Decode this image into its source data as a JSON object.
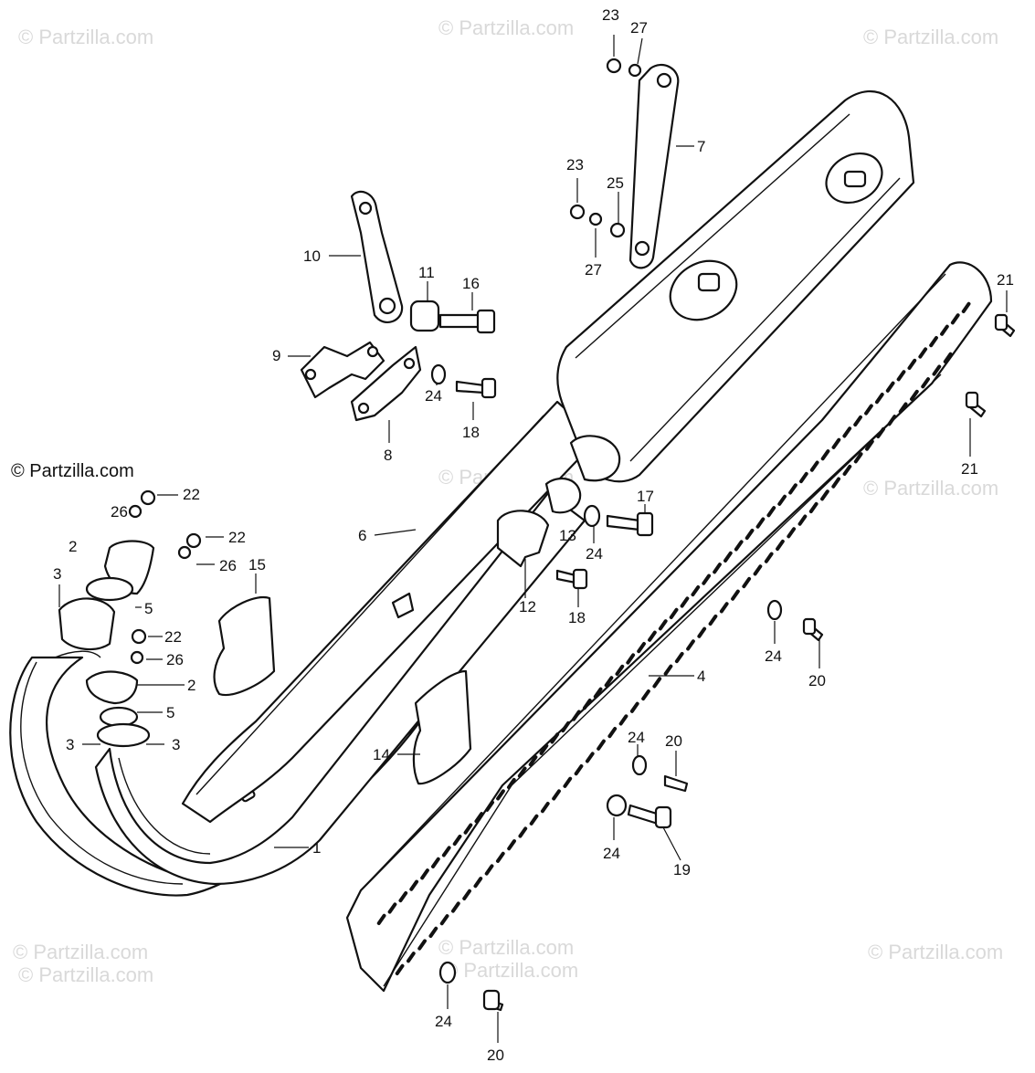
{
  "watermarks": [
    "© Partzilla.com",
    "© Partzilla.com",
    "© Partzilla.com",
    "© Partzilla.com",
    "© Partzilla.com",
    "© Partzilla.com",
    "© Partzilla.com",
    "© Partzilla.com",
    "© Partzilla.com",
    "© Partzilla.com"
  ],
  "credit": "© Partzilla.com",
  "callouts": [
    "23",
    "27",
    "7",
    "23",
    "25",
    "27",
    "10",
    "11",
    "16",
    "9",
    "24",
    "18",
    "8",
    "21",
    "21",
    "22",
    "26",
    "2",
    "22",
    "26",
    "15",
    "6",
    "17",
    "13",
    "24",
    "3",
    "5",
    "12",
    "18",
    "22",
    "26",
    "2",
    "5",
    "3",
    "3",
    "14",
    "4",
    "24",
    "20",
    "24",
    "20",
    "1",
    "24",
    "19",
    "24",
    "20"
  ]
}
